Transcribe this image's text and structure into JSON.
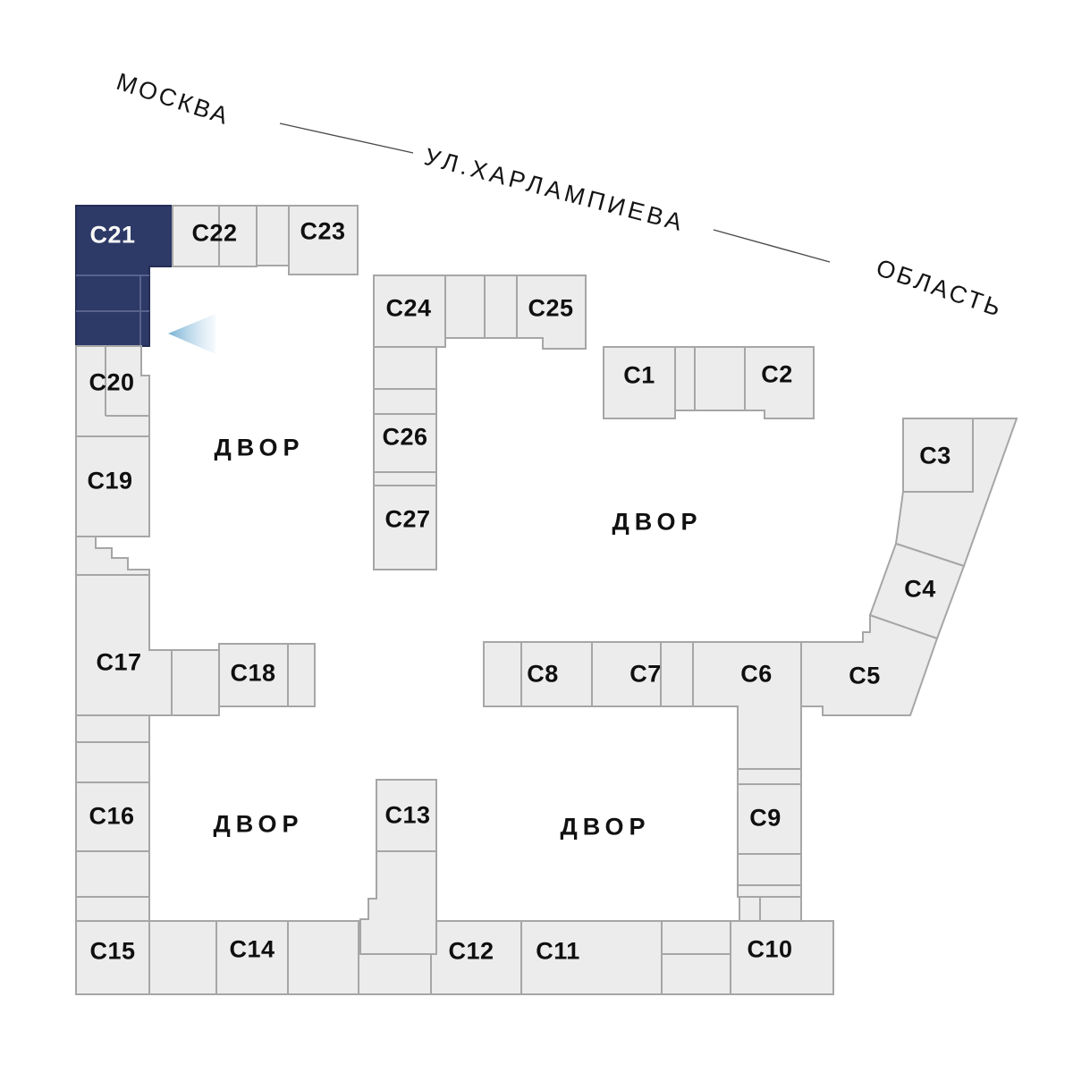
{
  "plan_title": "Site plan building selector",
  "selected_building": "С21",
  "colors": {
    "background": "#ffffff",
    "block_fill": "#ececec",
    "block_border": "#a6a6a6",
    "selected_fill": "#2d3966",
    "label_text": "#0f0f0f",
    "selected_label_text": "#f8f8f8",
    "arrow_gradient_start": "#76b0d3",
    "arrow_gradient_end": "#eef6fb"
  },
  "streets": {
    "city": "МОСКВА",
    "street": "УЛ.ХАРЛАМПИЕВА",
    "region": "ОБЛАСТЬ"
  },
  "courtyards": [
    {
      "label": "ДВОР"
    },
    {
      "label": "ДВОР"
    },
    {
      "label": "ДВОР"
    },
    {
      "label": "ДВОР"
    }
  ],
  "pointer": {
    "name": "selected-building-arrow",
    "points_at": "С21"
  },
  "buildings": [
    {
      "id": "c1",
      "label": "С1",
      "selected": false
    },
    {
      "id": "c2",
      "label": "С2",
      "selected": false
    },
    {
      "id": "c3",
      "label": "С3",
      "selected": false
    },
    {
      "id": "c4",
      "label": "С4",
      "selected": false
    },
    {
      "id": "c5",
      "label": "С5",
      "selected": false
    },
    {
      "id": "c6",
      "label": "С6",
      "selected": false
    },
    {
      "id": "c7",
      "label": "С7",
      "selected": false
    },
    {
      "id": "c8",
      "label": "С8",
      "selected": false
    },
    {
      "id": "c9",
      "label": "С9",
      "selected": false
    },
    {
      "id": "c10",
      "label": "С10",
      "selected": false
    },
    {
      "id": "c11",
      "label": "С11",
      "selected": false
    },
    {
      "id": "c12",
      "label": "С12",
      "selected": false
    },
    {
      "id": "c13",
      "label": "С13",
      "selected": false
    },
    {
      "id": "c14",
      "label": "С14",
      "selected": false
    },
    {
      "id": "c15",
      "label": "С15",
      "selected": false
    },
    {
      "id": "c16",
      "label": "С16",
      "selected": false
    },
    {
      "id": "c17",
      "label": "С17",
      "selected": false
    },
    {
      "id": "c18",
      "label": "С18",
      "selected": false
    },
    {
      "id": "c19",
      "label": "С19",
      "selected": false
    },
    {
      "id": "c20",
      "label": "С20",
      "selected": false
    },
    {
      "id": "c21",
      "label": "С21",
      "selected": true
    },
    {
      "id": "c22",
      "label": "С22",
      "selected": false
    },
    {
      "id": "c23",
      "label": "С23",
      "selected": false
    },
    {
      "id": "c24",
      "label": "С24",
      "selected": false
    },
    {
      "id": "c25",
      "label": "С25",
      "selected": false
    },
    {
      "id": "c26",
      "label": "С26",
      "selected": false
    },
    {
      "id": "c27",
      "label": "С27",
      "selected": false
    }
  ]
}
